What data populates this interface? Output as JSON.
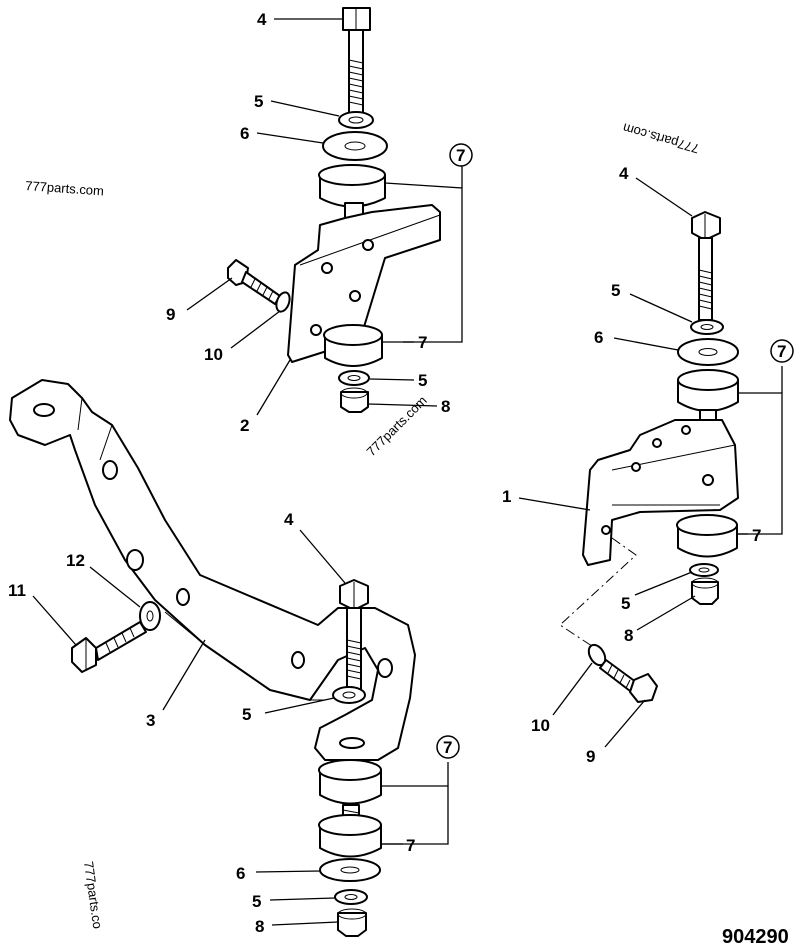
{
  "labels": {
    "n1": "1",
    "n2": "2",
    "n3": "3",
    "n4": "4",
    "n5": "5",
    "n6": "6",
    "n7": "7",
    "n8": "8",
    "n9": "9",
    "n10": "10",
    "n11": "11",
    "n12": "12"
  },
  "watermark": "777parts.com",
  "watermark_cut": "777parts.co",
  "reference_number": "904290"
}
